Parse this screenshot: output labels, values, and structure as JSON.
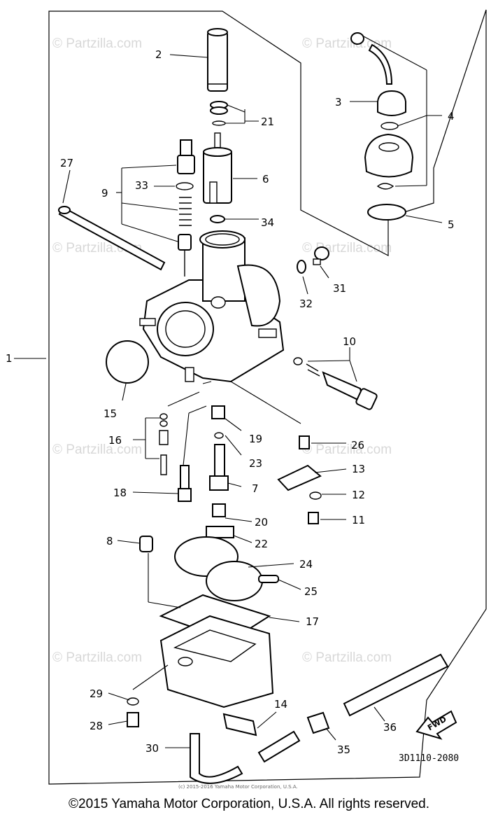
{
  "watermarks": [
    "© Partzilla.com",
    "© Partzilla.com",
    "© Partzilla.com",
    "© Partzilla.com",
    "© Partzilla.com",
    "© Partzilla.com",
    "© Partzilla.com",
    "© Partzilla.com"
  ],
  "callouts": {
    "c1": "1",
    "c2": "2",
    "c3": "3",
    "c4": "4",
    "c5": "5",
    "c6": "6",
    "c7": "7",
    "c8": "8",
    "c9": "9",
    "c10": "10",
    "c11": "11",
    "c12": "12",
    "c13": "13",
    "c14": "14",
    "c15": "15",
    "c16": "16",
    "c17": "17",
    "c18": "18",
    "c19": "19",
    "c20": "20",
    "c21": "21",
    "c22": "22",
    "c23": "23",
    "c24": "24",
    "c25": "25",
    "c26": "26",
    "c27": "27",
    "c28": "28",
    "c29": "29",
    "c30": "30",
    "c31": "31",
    "c32": "32",
    "c33": "33",
    "c34": "34",
    "c35": "35",
    "c36": "36"
  },
  "fwd_label": "FWD",
  "diagram_code": "3D1110-2080",
  "inner_copyright": "(c) 2015-2016 Yamaha Motor Corporation, U.S.A.",
  "footer_copyright": "©2015 Yamaha Motor Corporation, U.S.A. All rights reserved."
}
